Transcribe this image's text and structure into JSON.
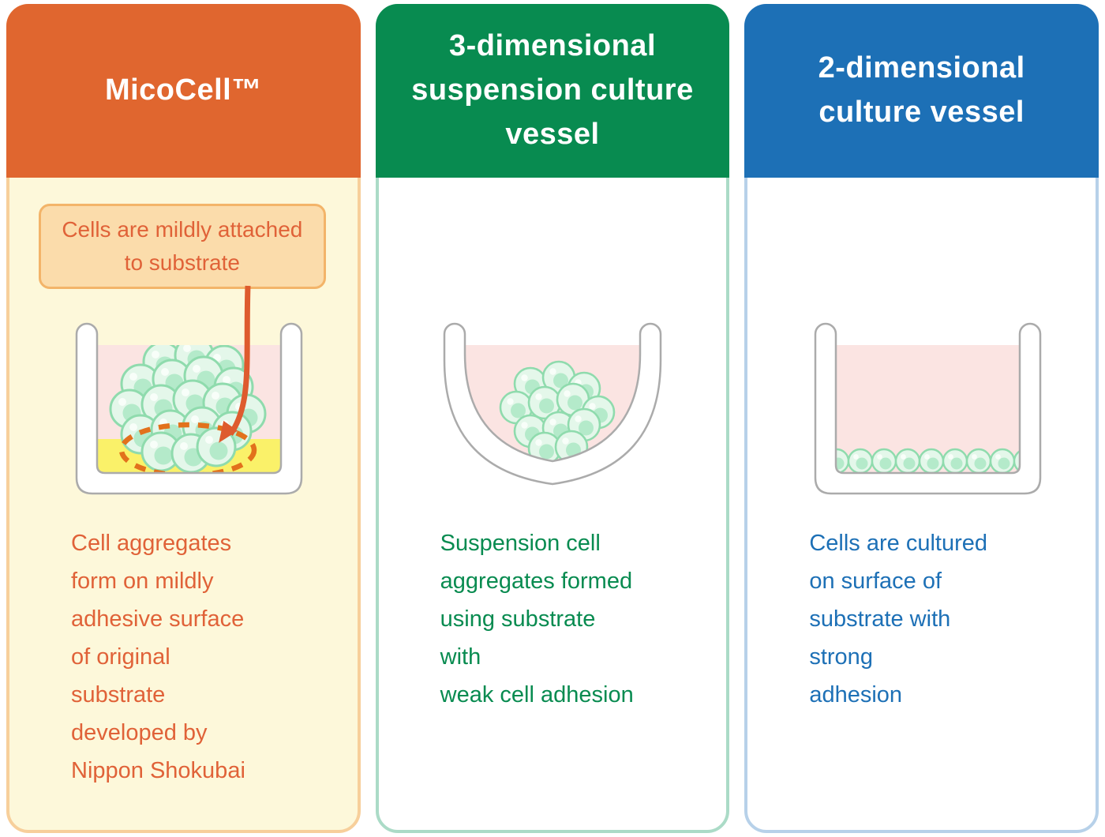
{
  "panels": [
    {
      "id": "micocell",
      "title": "MicoCell™",
      "callout_text": "Cells are mildly attached\nto substrate",
      "description": "Cell aggregates\nform on mildly\nadhesive surface\nof original\nsubstrate\ndeveloped by\nNippon Shokubai",
      "illustration": "flat-bottom-vessel-with-cell-aggregate-on-yellow-adhesive-layer",
      "colors": {
        "header": "#E0662F",
        "body": "#FDF8DA",
        "border": "#F7CF9B",
        "text": "#E06238",
        "callout_fill": "#FBDCAB",
        "callout_border": "#F3B469",
        "adhesive_layer": "#FAF169",
        "arrow": "#DE5B2E",
        "dashed_ellipse": "#E2711C"
      }
    },
    {
      "id": "suspension-3d",
      "title": "3-dimensional\nsuspension culture\nvessel",
      "description": "Suspension cell\naggregates formed\nusing substrate\nwith\nweak cell adhesion",
      "illustration": "round-bottom-vessel-with-suspended-cell-aggregate",
      "colors": {
        "header": "#088B50",
        "body": "#ffffff",
        "border": "#ABDBC7",
        "text": "#088B50"
      }
    },
    {
      "id": "culture-2d",
      "title": "2-dimensional\nculture vessel",
      "description": "Cells are cultured\non surface of\nsubstrate with\nstrong\nadhesion",
      "illustration": "flat-bottom-vessel-with-cell-monolayer",
      "colors": {
        "header": "#1D70B6",
        "body": "#ffffff",
        "border": "#B7D1E9",
        "text": "#1D70B6"
      }
    }
  ],
  "shared_colors": {
    "culture_medium": "#FBE4E2",
    "vessel_wall": "#ffffff",
    "vessel_outline": "#ABABAB",
    "cell_fill": "#E4F7EA",
    "cell_stroke": "#8FDBAD",
    "cell_nucleus": "#B4EACA"
  }
}
